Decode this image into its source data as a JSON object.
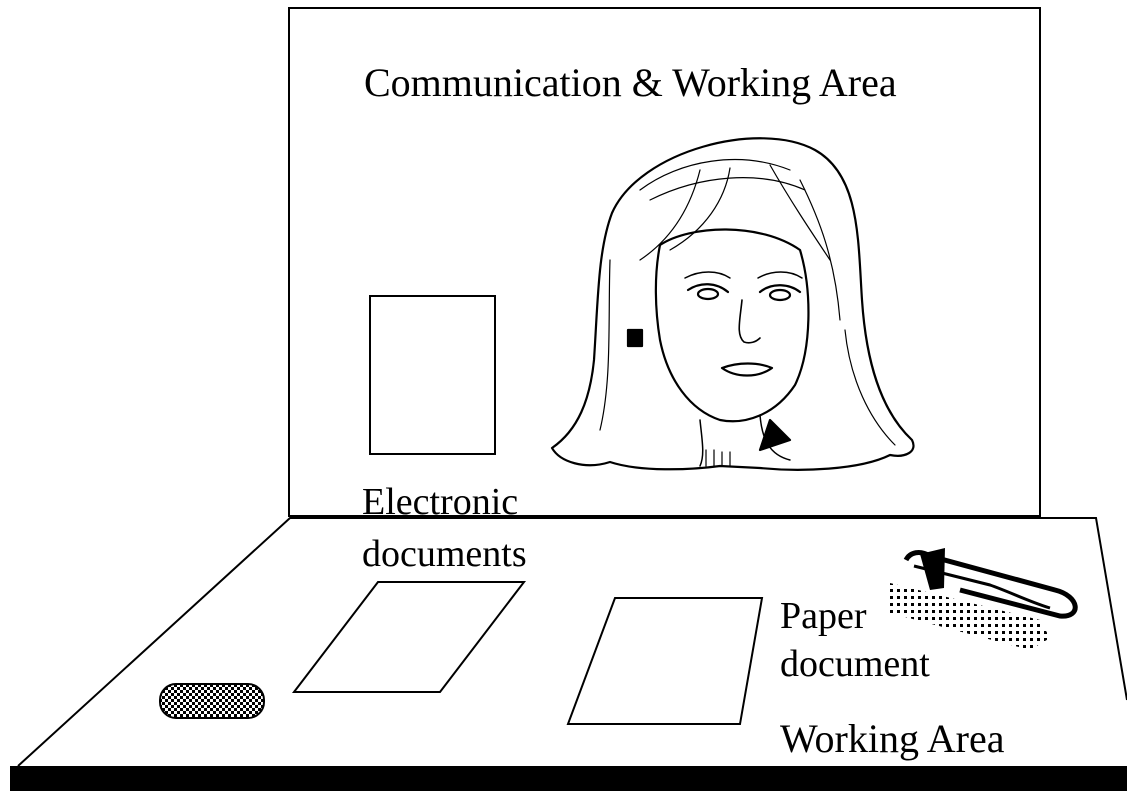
{
  "screen": {
    "title": "Communication & Working Area",
    "electronic_docs_label_line1": "Electronic",
    "electronic_docs_label_line2": "documents"
  },
  "desk": {
    "paper_doc_label_line1": "Paper",
    "paper_doc_label_line2": "document",
    "working_area_label": "Working Area"
  },
  "icons": [
    "person-portrait-icon",
    "paper-clip-icon",
    "eraser-icon"
  ],
  "colors": {
    "line": "#000000",
    "background": "#ffffff"
  }
}
